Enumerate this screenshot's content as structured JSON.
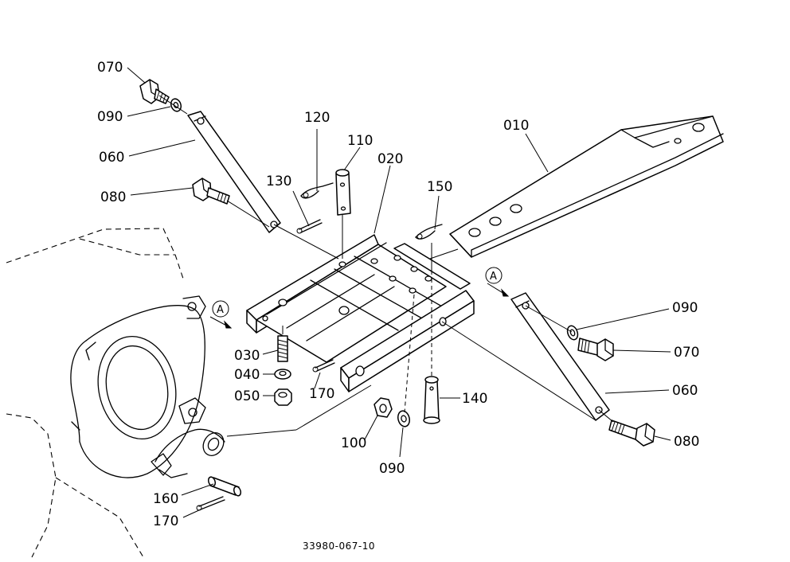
{
  "parts": {
    "p010": "010",
    "p020": "020",
    "p030": "030",
    "p040": "040",
    "p050": "050",
    "p060_left": "060",
    "p060_right": "060",
    "p070_left": "070",
    "p070_right": "070",
    "p080_left": "080",
    "p080_right": "080",
    "p090_left": "090",
    "p090_right": "090",
    "p090_bottom": "090",
    "p100": "100",
    "p110": "110",
    "p120": "120",
    "p130": "130",
    "p140": "140",
    "p150": "150",
    "p160": "160",
    "p170_center": "170",
    "p170_bottom": "170"
  },
  "view_marker": "A",
  "diagram_code": "33980-067-10"
}
